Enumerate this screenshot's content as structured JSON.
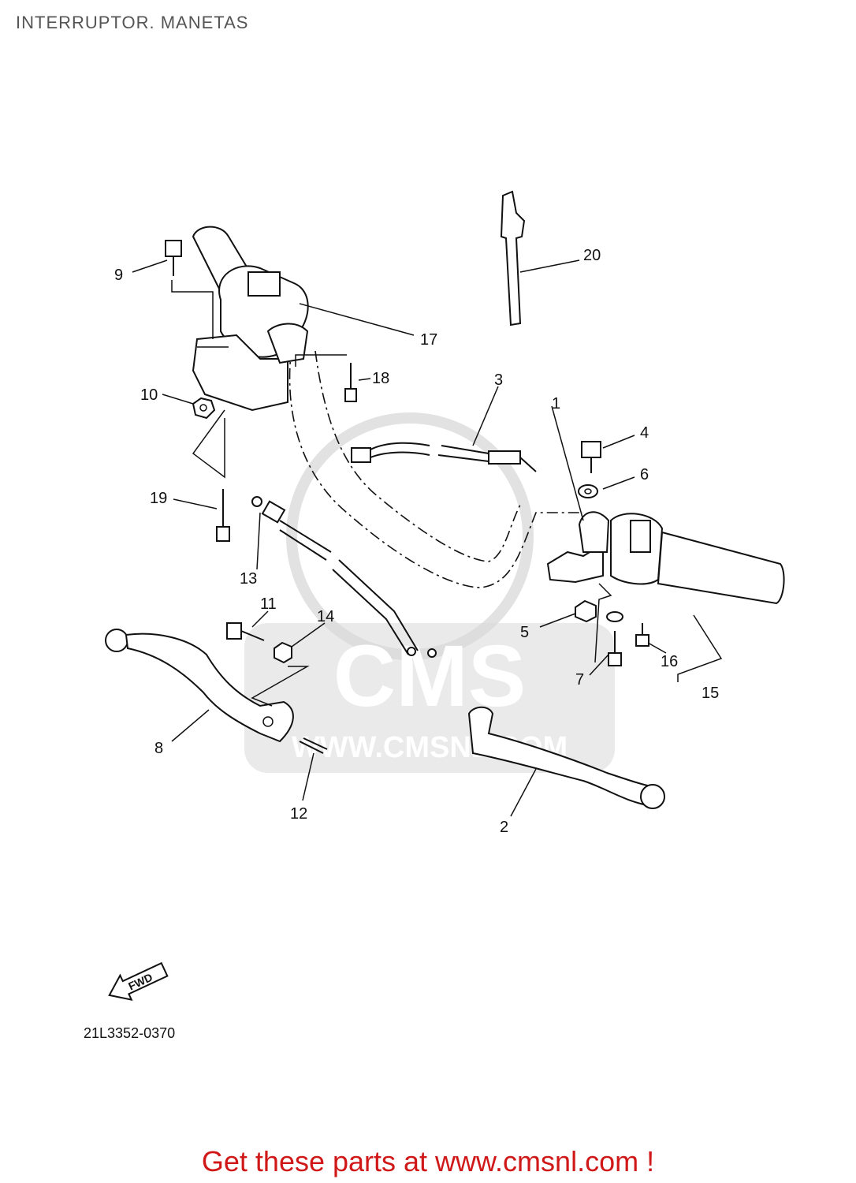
{
  "header": {
    "title": "INTERRUPTOR. MANETAS"
  },
  "diagram": {
    "callouts": [
      "1",
      "2",
      "3",
      "4",
      "5",
      "6",
      "7",
      "8",
      "9",
      "10",
      "11",
      "12",
      "13",
      "14",
      "15",
      "16",
      "17",
      "18",
      "19",
      "20"
    ],
    "fwd_label": "FWD",
    "drawing_code": "21L3352-0370"
  },
  "watermark": {
    "logo": "CMS",
    "url": "WWW.CMSNL.COM"
  },
  "footer": {
    "link_text": "Get these parts at www.cmsnl.com !",
    "link_color": "#d01818"
  }
}
